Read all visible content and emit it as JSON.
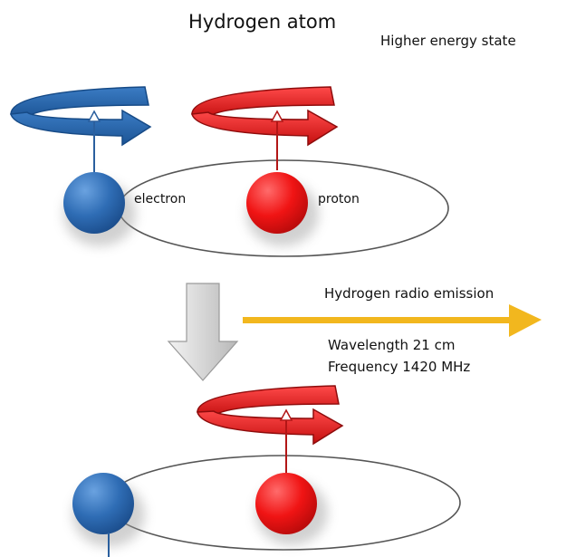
{
  "title": "Hydrogen atom",
  "state_label": "Higher energy state",
  "particles": {
    "electron_label": "electron",
    "proton_label": "proton"
  },
  "emission": {
    "label": "Hydrogen radio emission",
    "wavelength": "Wavelength 21 cm",
    "frequency": "Frequency 1420 MHz"
  },
  "colors": {
    "electron": "#2f6db5",
    "proton": "#e8121a",
    "proton_arrow": "#d51a1a",
    "electron_arrow": "#1f5fa6",
    "emission_arrow": "#f2b71e",
    "transition_arrow": "#cfcfcf"
  },
  "icons": {
    "spin_arrow": "curved-arrow",
    "transition": "down-arrow",
    "emission": "right-arrow"
  }
}
